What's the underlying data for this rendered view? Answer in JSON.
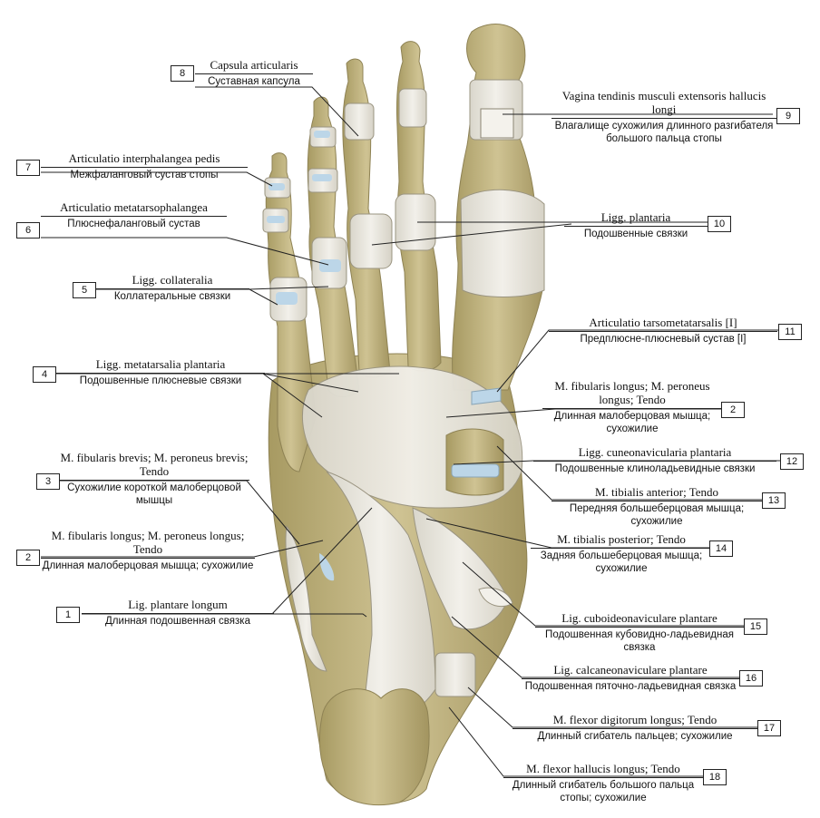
{
  "labels": [
    {
      "num": "1",
      "lat": "Lig. plantare longum",
      "rus": "Длинная подошвенная связка"
    },
    {
      "num": "2",
      "lat": "M. fibularis longus; M. peroneus longus; Tendo",
      "rus": "Длинная малоберцовая мышца; сухожилие"
    },
    {
      "num": "2",
      "lat": "M. fibularis longus; M. peroneus longus; Tendo",
      "rus": "Длинная малоберцовая мышца; сухожилие"
    },
    {
      "num": "3",
      "lat": "M. fibularis brevis; M. peroneus brevis; Tendo",
      "rus": "Сухожилие короткой малоберцовой мышцы"
    },
    {
      "num": "4",
      "lat": "Ligg. metatarsalia plantaria",
      "rus": "Подошвенные плюсневые связки"
    },
    {
      "num": "5",
      "lat": "Ligg. collateralia",
      "rus": "Коллатеральные связки"
    },
    {
      "num": "6",
      "lat": "Articulatio metatarsophalangea",
      "rus": "Плюснефаланговый сустав"
    },
    {
      "num": "7",
      "lat": "Articulatio interphalangea pedis",
      "rus": "Межфаланговый сустав стопы"
    },
    {
      "num": "8",
      "lat": "Capsula articularis",
      "rus": "Суставная капсула"
    },
    {
      "num": "9",
      "lat": "Vagina tendinis musculi extensoris hallucis longi",
      "rus": "Влагалище сухожилия длинного разгибателя большого пальца стопы"
    },
    {
      "num": "10",
      "lat": "Ligg. plantaria",
      "rus": "Подошвенные связки"
    },
    {
      "num": "11",
      "lat": "Articulatio tarsometatarsalis [I]",
      "rus": "Предплюсне-плюсневый сустав [I]"
    },
    {
      "num": "12",
      "lat": "Ligg. cuneonavicularia plantaria",
      "rus": "Подошвенные клиноладьевидные связки"
    },
    {
      "num": "13",
      "lat": "M. tibialis anterior; Tendo",
      "rus": "Передняя большеберцовая мышца; сухожилие"
    },
    {
      "num": "14",
      "lat": "M. tibialis posterior; Tendo",
      "rus": "Задняя большеберцовая мышца; сухожилие"
    },
    {
      "num": "15",
      "lat": "Lig. cuboideonaviculare plantare",
      "rus": "Подошвенная кубовидно-ладьевидная связка"
    },
    {
      "num": "16",
      "lat": "Lig. calcaneonaviculare plantare",
      "rus": "Подошвенная пяточно-ладьевидная связка"
    },
    {
      "num": "17",
      "lat": "M. flexor digitorum longus; Tendo",
      "rus": "Длинный сгибатель пальцев; сухожилие"
    },
    {
      "num": "18",
      "lat": "M. flexor hallucis longus; Tendo",
      "rus": "Длинный сгибатель большого пальца стопы; сухожилие"
    }
  ],
  "colors": {
    "bone": "#b8ab74",
    "bone_light": "#d2c79a",
    "ligament": "#e9e6dc",
    "cartilage": "#bcd6e8",
    "line": "#222222"
  }
}
